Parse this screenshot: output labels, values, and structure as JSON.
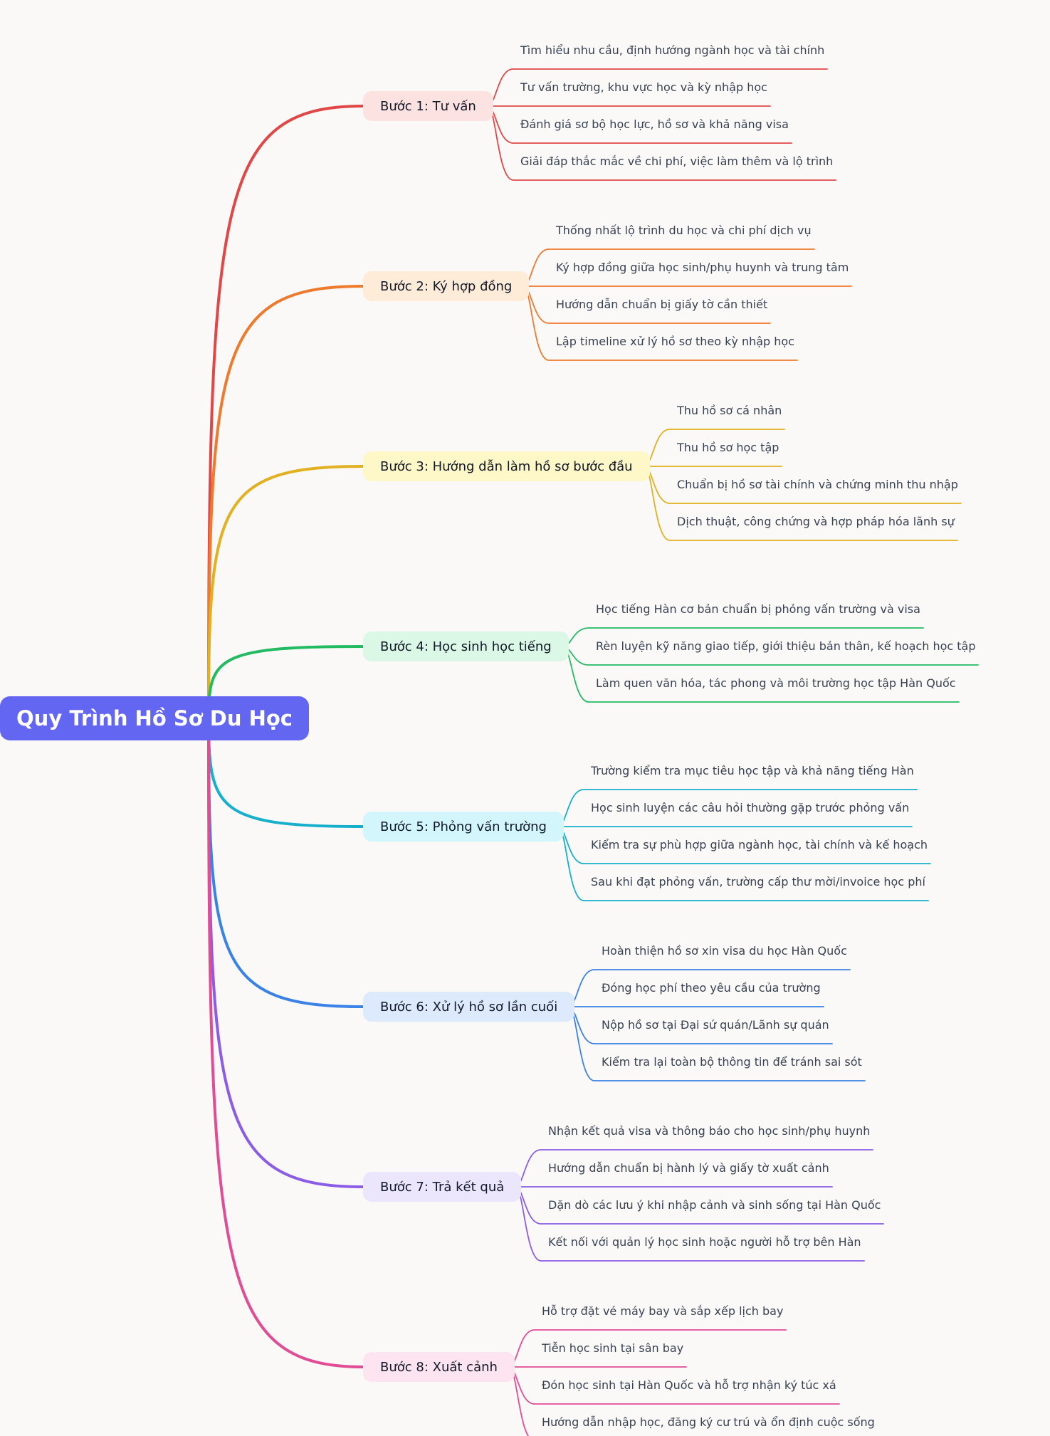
{
  "root": {
    "label": "Quy Trình Hồ Sơ Du Học",
    "color": "#6366f1"
  },
  "steps": [
    {
      "label": "Bước 1: Tư vấn",
      "color": "#e04848",
      "bg": "#fde2e2",
      "items": [
        "Tìm hiểu nhu cầu, định hướng ngành học và tài chính",
        "Tư vấn trường, khu vực học và kỳ nhập học",
        "Đánh giá sơ bộ học lực, hồ sơ và khả năng visa",
        "Giải đáp thắc mắc về chi phí, việc làm thêm và lộ trình"
      ]
    },
    {
      "label": "Bước 2: Ký hợp đồng",
      "color": "#ee7a2e",
      "bg": "#feecd9",
      "items": [
        "Thống nhất lộ trình du học và chi phí dịch vụ",
        "Ký hợp đồng giữa học sinh/phụ huynh và trung tâm",
        "Hướng dẫn chuẩn bị giấy tờ cần thiết",
        "Lập timeline xử lý hồ sơ theo kỳ nhập học"
      ]
    },
    {
      "label": "Bước 3: Hướng dẫn làm hồ sơ bước đầu",
      "color": "#e2b021",
      "bg": "#fef7c7",
      "items": [
        "Thu hồ sơ cá nhân",
        "Thu hồ sơ học tập",
        "Chuẩn bị hồ sơ tài chính và chứng minh thu nhập",
        "Dịch thuật, công chứng và hợp pháp hóa lãnh sự"
      ]
    },
    {
      "label": "Bước 4: Học sinh học tiếng",
      "color": "#23bb62",
      "bg": "#dbf8e6",
      "items": [
        "Học tiếng Hàn cơ bản chuẩn bị phỏng vấn trường và visa",
        "Rèn luyện kỹ năng giao tiếp, giới thiệu bản thân, kế hoạch học tập",
        "Làm quen văn hóa, tác phong và môi trường học tập Hàn Quốc"
      ]
    },
    {
      "label": "Bước 5: Phỏng vấn trường",
      "color": "#17b0cc",
      "bg": "#d3f6fc",
      "items": [
        "Trường kiểm tra mục tiêu học tập và khả năng tiếng Hàn",
        "Học sinh luyện các câu hỏi thường gặp trước phỏng vấn",
        "Kiểm tra sự phù hợp giữa ngành học, tài chính và kế hoạch",
        "Sau khi đạt phỏng vấn, trường cấp thư mời/invoice học phí"
      ]
    },
    {
      "label": "Bước 6: Xử lý hồ sơ lần cuối",
      "color": "#3b82e6",
      "bg": "#dde9fd",
      "items": [
        "Hoàn thiện hồ sơ xin visa du học Hàn Quốc",
        "Đóng học phí theo yêu cầu của trường",
        "Nộp hồ sơ tại Đại sứ quán/Lãnh sự quán",
        "Kiểm tra lại toàn bộ thông tin để tránh sai sót"
      ]
    },
    {
      "label": "Bước 7: Trả kết quả",
      "color": "#8b5ce6",
      "bg": "#ece6fd",
      "items": [
        "Nhận kết quả visa và thông báo cho học sinh/phụ huynh",
        "Hướng dẫn chuẩn bị hành lý và giấy tờ xuất cảnh",
        "Dặn dò các lưu ý khi nhập cảnh và sinh sống tại Hàn Quốc",
        "Kết nối với quản lý học sinh hoặc người hỗ trợ bên Hàn"
      ]
    },
    {
      "label": "Bước 8: Xuất cảnh",
      "color": "#e14d95",
      "bg": "#fde4f0",
      "items": [
        "Hỗ trợ đặt vé máy bay và sắp xếp lịch bay",
        "Tiễn học sinh tại sân bay",
        "Đón học sinh tại Hàn Quốc và hỗ trợ nhận ký túc xá",
        "Hướng dẫn nhập học, đăng ký cư trú và ổn định cuộc sống"
      ]
    }
  ]
}
